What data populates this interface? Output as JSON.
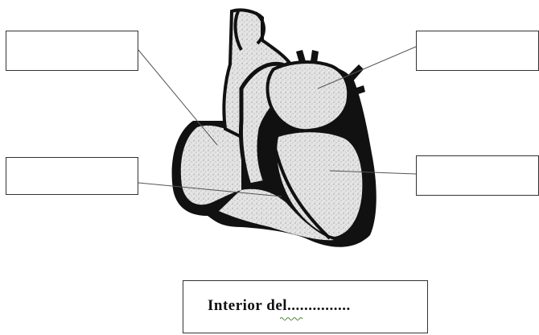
{
  "caption": {
    "text": "Interior del..............."
  },
  "label_boxes": [
    {
      "id": "top-left",
      "text": ""
    },
    {
      "id": "mid-left",
      "text": ""
    },
    {
      "id": "top-right",
      "text": ""
    },
    {
      "id": "mid-right",
      "text": ""
    }
  ],
  "colors": {
    "outline": "#111111",
    "fill": "#e2e2e2",
    "stipple": "#9a9a9a",
    "squiggle": "#4a8a3a"
  },
  "icons": [
    "heart-diagram-icon"
  ]
}
